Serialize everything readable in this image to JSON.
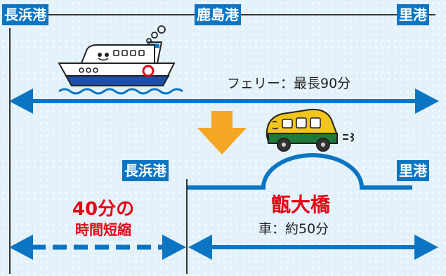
{
  "route_top": {
    "origin": "長浜港",
    "middle": "鹿島港",
    "destination": "里港",
    "ferry_label": "フェリー：最長90分"
  },
  "route_bottom": {
    "origin": "長浜港",
    "destination": "里港",
    "bridge_name": "甑大橋",
    "car_label": "車：約50分"
  },
  "reduction": {
    "line1": "40分の",
    "line2": "時間短縮"
  },
  "colors": {
    "port_badge": "#0b75c4",
    "arrow": "#0b75c4",
    "bridge": "#0b75c4",
    "highlight_red": "#e60012",
    "down_arrow": "#f5a623",
    "background": "#e3f1fa"
  }
}
